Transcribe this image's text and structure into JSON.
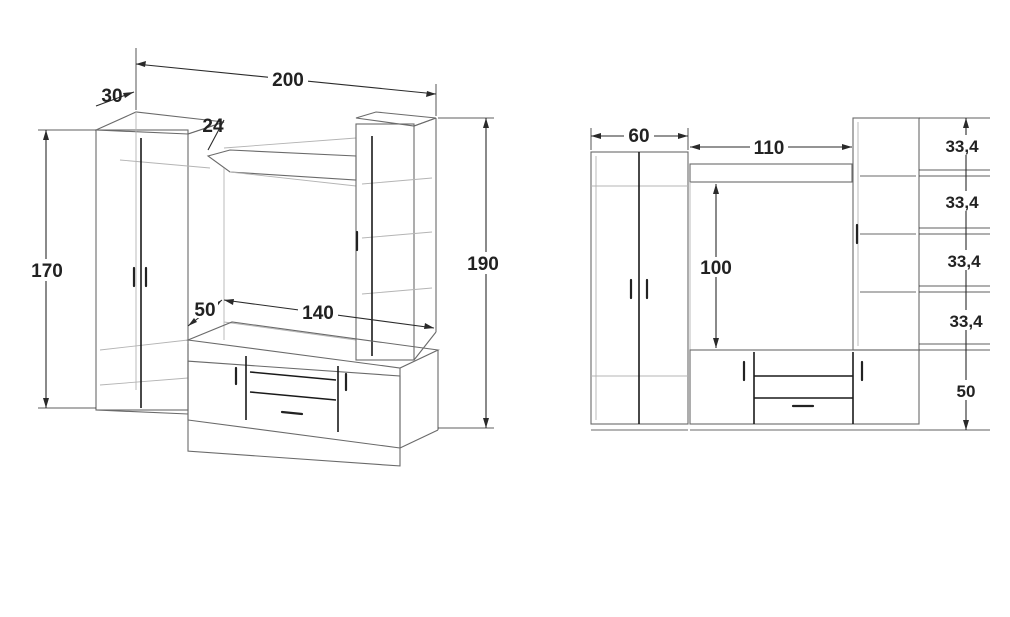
{
  "perspective_view": {
    "width_total": "200",
    "depth_wardrobe": "30",
    "depth_shelf": "24",
    "height_wardrobe": "170",
    "height_tower": "190",
    "width_tv_area": "140",
    "depth_base": "50"
  },
  "front_view": {
    "width_wardrobe": "60",
    "width_tv_opening": "110",
    "height_tv_opening": "100",
    "shelf_spacing": [
      "33,4",
      "33,4",
      "33,4",
      "33,4"
    ],
    "height_base": "50"
  }
}
